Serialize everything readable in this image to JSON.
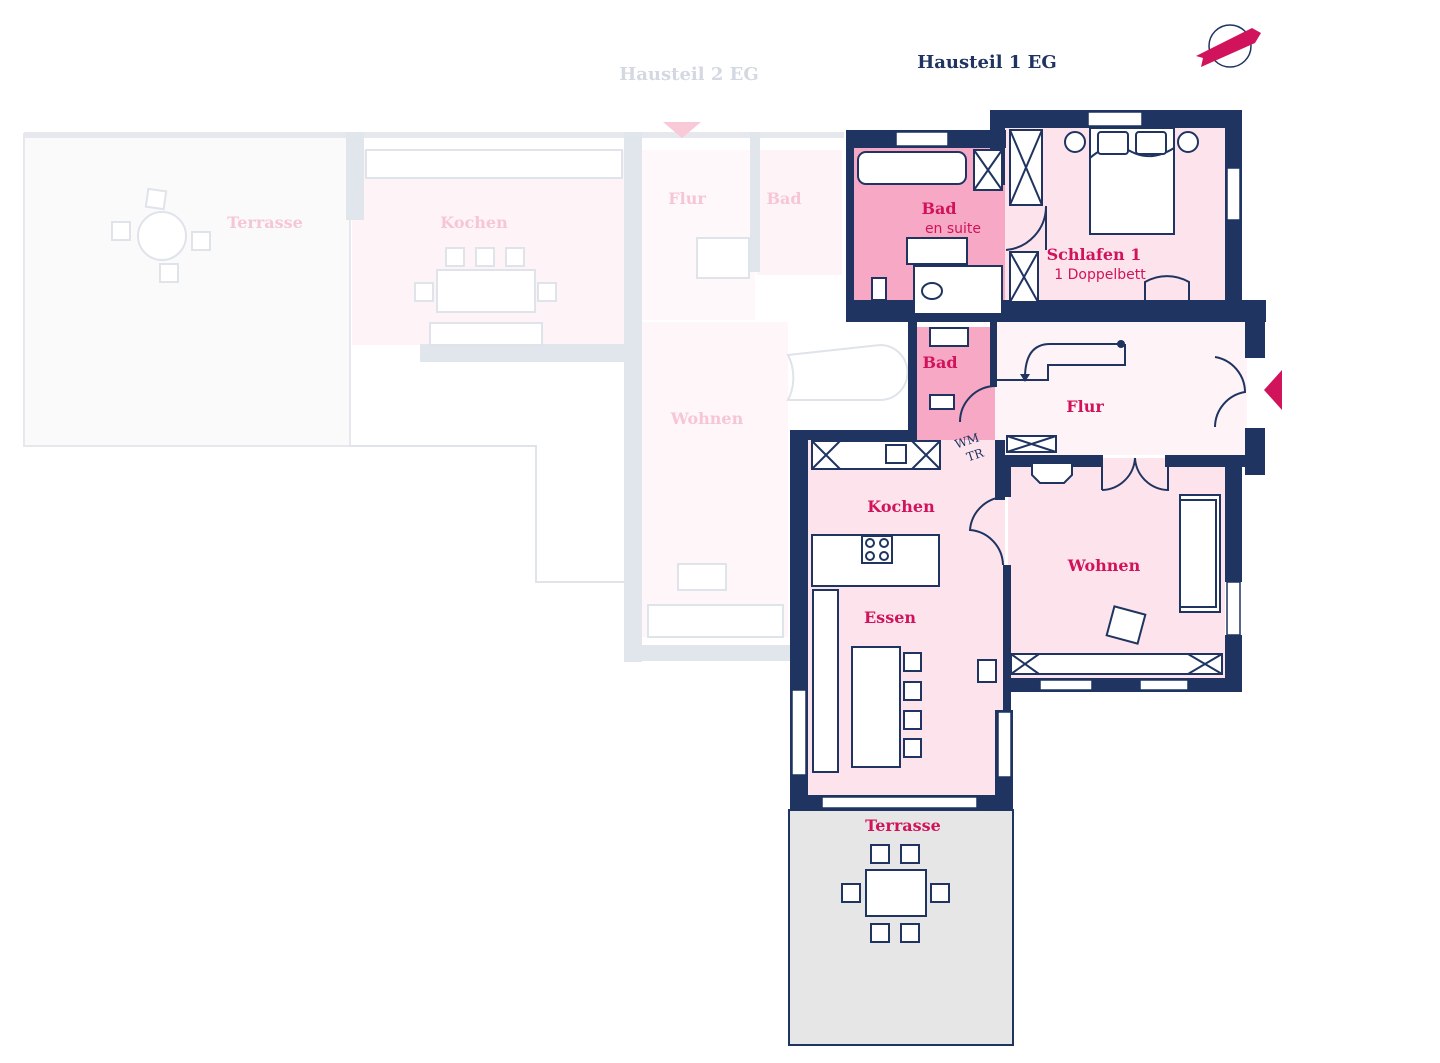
{
  "headers": {
    "house_part_1": "Hausteil 1 EG",
    "house_part_2": "Hausteil 2 EG"
  },
  "compass": {
    "icon": "north-arrow-icon"
  },
  "house_part_1_rooms": {
    "bad_en_suite": {
      "name": "Bad",
      "sub": "en suite"
    },
    "schlafen": {
      "name": "Schlafen 1",
      "sub": "1 Doppelbett"
    },
    "bad": {
      "name": "Bad"
    },
    "utility": {
      "line1": "WM",
      "line2": "TR"
    },
    "flur": {
      "name": "Flur"
    },
    "kochen": {
      "name": "Kochen"
    },
    "wohnen": {
      "name": "Wohnen"
    },
    "essen": {
      "name": "Essen"
    },
    "terrasse": {
      "name": "Terrasse"
    }
  },
  "house_part_2_rooms": {
    "terrasse": {
      "name": "Terrasse"
    },
    "kochen": {
      "name": "Kochen"
    },
    "flur": {
      "name": "Flur"
    },
    "bad": {
      "name": "Bad"
    },
    "wohnen": {
      "name": "Wohnen"
    }
  },
  "colors": {
    "wall": "#1f3461",
    "accent": "#d0135a",
    "room": "#fde4ec",
    "bath": "#f7a8c4",
    "faded_wall": "#dfe3ea"
  }
}
